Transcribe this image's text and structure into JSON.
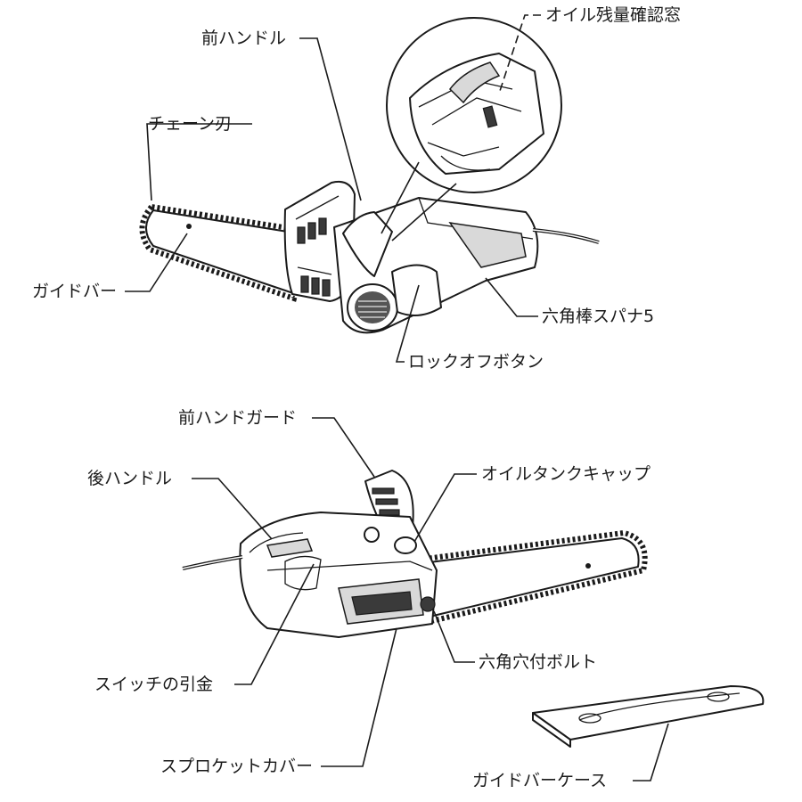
{
  "labels": {
    "top": {
      "oil_window": "オイル残量確認窓",
      "front_handle": "前ハンドル",
      "chain_blade": "チェーン刃",
      "guide_bar": "ガイドバー",
      "hex_wrench": "六角棒スパナ5",
      "lock_off_button": "ロックオフボタン"
    },
    "bottom": {
      "front_hand_guard": "前ハンドガード",
      "rear_handle": "後ハンドル",
      "oil_tank_cap": "オイルタンクキャップ",
      "switch_trigger": "スイッチの引金",
      "hex_socket_bolt": "六角穴付ボルト",
      "sprocket_cover": "スプロケットカバー",
      "guide_bar_case": "ガイドバーケース"
    }
  }
}
